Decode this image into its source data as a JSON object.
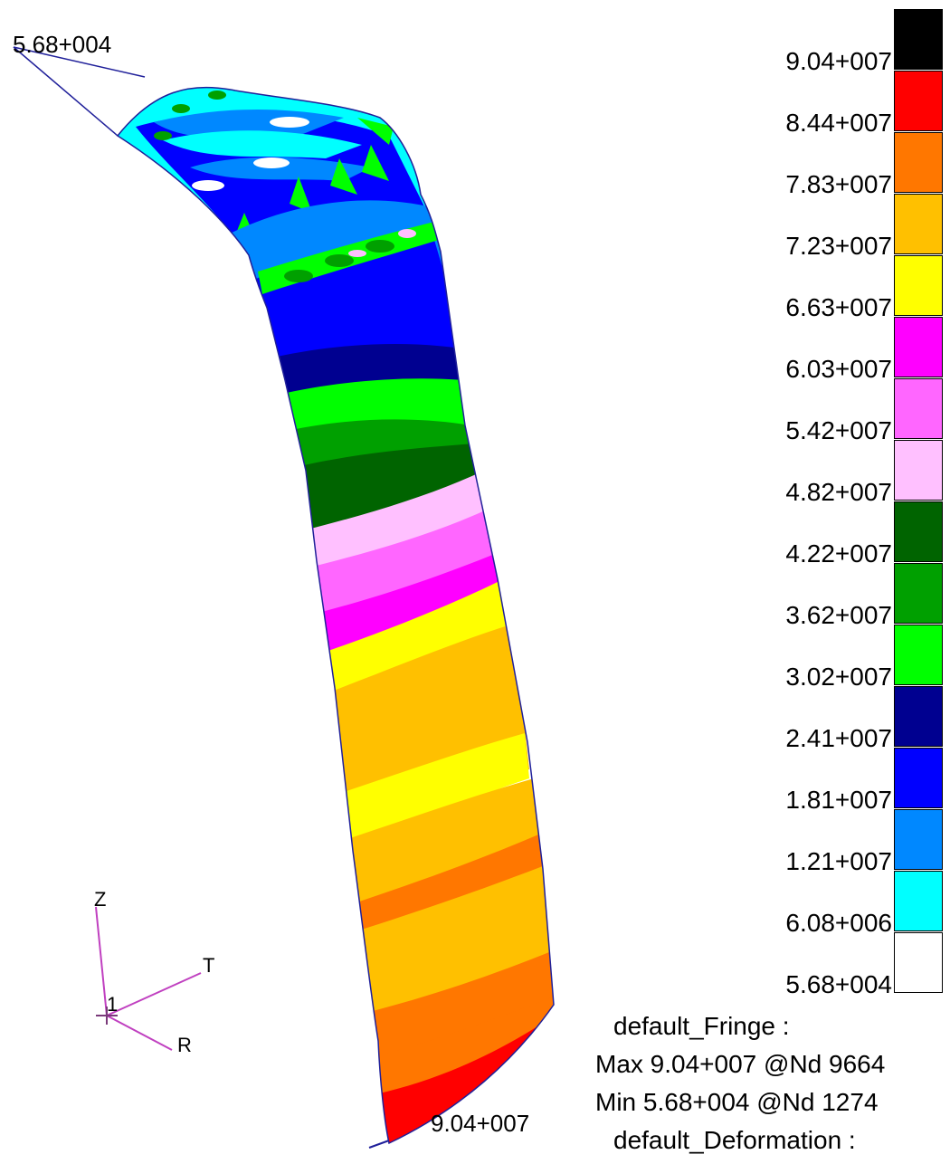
{
  "legend": {
    "ticks": [
      "9.04+007",
      "8.44+007",
      "7.83+007",
      "7.23+007",
      "6.63+007",
      "6.03+007",
      "5.42+007",
      "4.82+007",
      "4.22+007",
      "3.62+007",
      "3.02+007",
      "2.41+007",
      "1.81+007",
      "1.21+007",
      "6.08+006",
      "5.68+004"
    ],
    "colors": [
      "#000000",
      "#ff0000",
      "#ff7700",
      "#ffc000",
      "#ffff00",
      "#ff00ff",
      "#ff66ff",
      "#ffc0ff",
      "#006400",
      "#00a000",
      "#00ff00",
      "#000090",
      "#0000ff",
      "#0088ff",
      "#00ffff",
      "#ffffff"
    ]
  },
  "labels": {
    "min_marker": "5.68+004",
    "max_marker": "9.04+007"
  },
  "info": {
    "fringe_title": "default_Fringe :",
    "max_line": "Max 9.04+007 @Nd 9664",
    "min_line": "Min 5.68+004 @Nd 1274",
    "deformation_title": "default_Deformation :"
  },
  "triad": {
    "z": "Z",
    "t": "T",
    "r": "R",
    "origin": "1"
  }
}
